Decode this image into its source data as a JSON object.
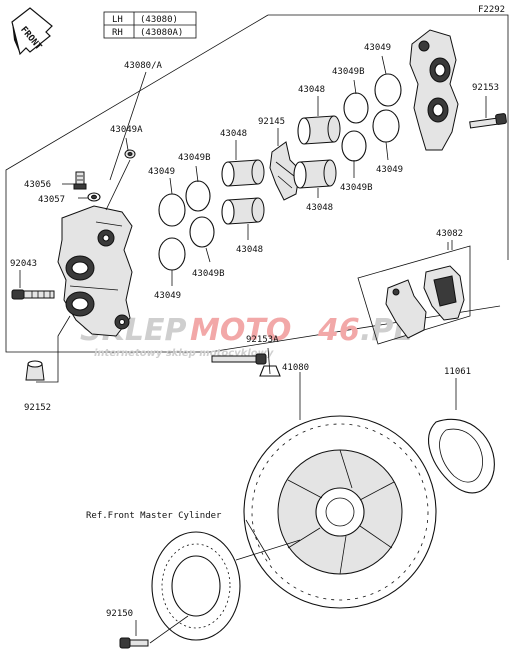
{
  "diagram_code": "F2292",
  "front_arrow": "FRONT",
  "legend": [
    {
      "side": "LH",
      "part": "(43080)"
    },
    {
      "side": "RH",
      "part": "(43080A)"
    }
  ],
  "labels": {
    "caliper_assy": "43080/A",
    "piston_seal_small_a": "43049A",
    "bleeder_screw": "43056",
    "bleeder_cap": "43057",
    "caliper_bolt": "92043",
    "bleeder_cap_lower": "92152",
    "seal_1": "43049",
    "seal_b_1": "43049B",
    "seal_2": "43049",
    "seal_b_2": "43049B",
    "seal_3": "43049",
    "piston_1": "43048",
    "piston_2": "43048",
    "spring": "92145",
    "piston_top": "43048",
    "seal_b_top": "43049B",
    "seal_top": "43049",
    "seal_b_mid": "43049B",
    "seal_mid": "43049",
    "piston_mid": "43048",
    "caliper_bolt_right": "92153",
    "pad_set": "43082",
    "pin_bolt": "92153A",
    "disc": "41080",
    "gasket": "11061",
    "master_cyl_ref": "Ref.Front Master Cylinder",
    "disc_bolt": "92150"
  },
  "watermark": {
    "brand_a": "SKLEP",
    "brand_b": "MOTO",
    "brand_c": "46",
    "brand_d": ".PL",
    "tagline": "internetowy sklep motocyklowy"
  },
  "colors": {
    "ink": "#111111",
    "watermark_grey": "#cfcfcf",
    "watermark_red": "#f2a8a8"
  }
}
